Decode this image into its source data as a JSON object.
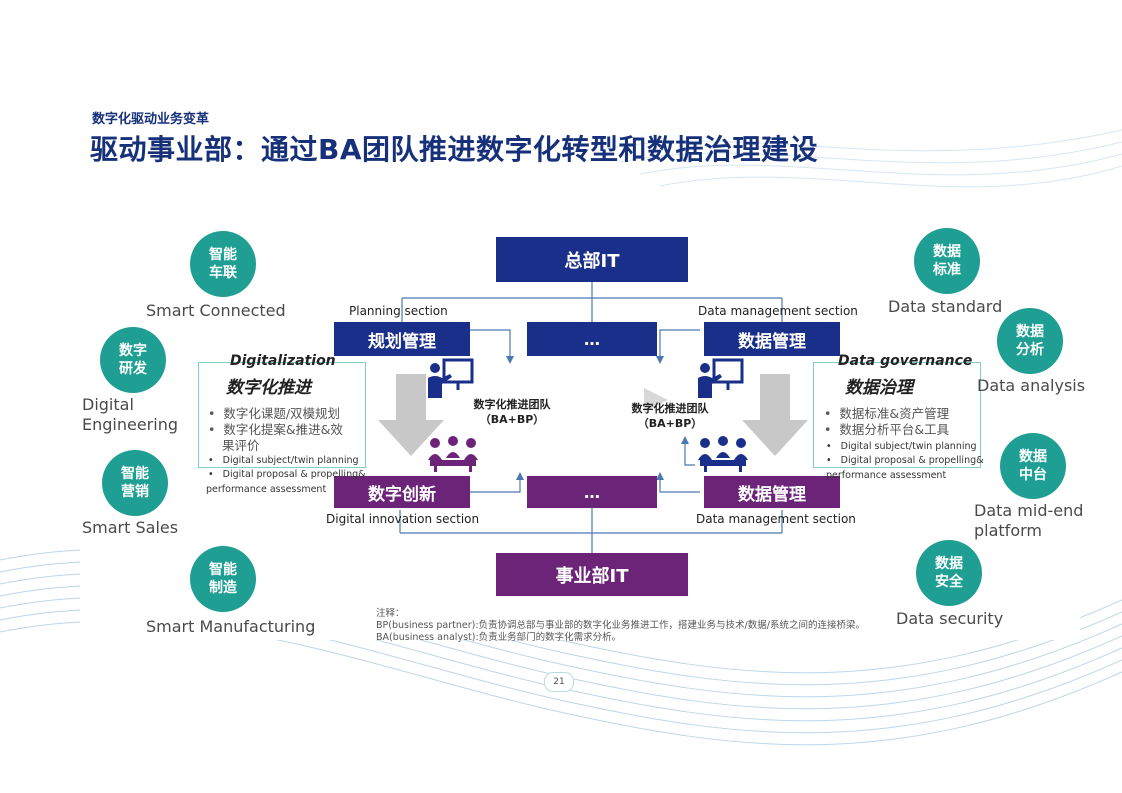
{
  "header": {
    "subtitle": "数字化驱动业务变革",
    "title": "驱动事业部：通过BA团队推进数字化转型和数据治理建设"
  },
  "left_circles": [
    {
      "line1": "智能",
      "line2": "车联",
      "label": "Smart Connected"
    },
    {
      "line1": "数字",
      "line2": "研发",
      "label": "Digital\nEngineering"
    },
    {
      "line1": "智能",
      "line2": "营销",
      "label": "Smart Sales"
    },
    {
      "line1": "智能",
      "line2": "制造",
      "label": "Smart Manufacturing"
    }
  ],
  "right_circles": [
    {
      "line1": "数据",
      "line2": "标准",
      "label": "Data standard"
    },
    {
      "line1": "数据",
      "line2": "分析",
      "label": "Data analysis"
    },
    {
      "line1": "数据",
      "line2": "中台",
      "label": "Data mid-end\nplatform"
    },
    {
      "line1": "数据",
      "line2": "安全",
      "label": "Data security"
    }
  ],
  "diagram": {
    "hq_it": "总部IT",
    "bu_it": "事业部IT",
    "planning_section": "Planning section",
    "data_mgmt_section_top": "Data management section",
    "planning_box": "规划管理",
    "middle_top_box": "…",
    "data_mgmt_top_box": "数据管理",
    "innovation_box": "数字创新",
    "middle_bottom_box": "…",
    "data_mgmt_bottom_box": "数据管理",
    "innovation_section": "Digital innovation section",
    "data_mgmt_section_bottom": "Data management section",
    "team_left": {
      "line1": "数字化推进团队",
      "line2": "（BA+BP）"
    },
    "team_right": {
      "line1": "数字化推进团队",
      "line2": "（BA+BP）"
    }
  },
  "left_panel": {
    "title_en": "Digitalization",
    "title_zh": "数字化推进",
    "bullets": [
      "数字化课题/双模规划",
      "数字化提案&推进&效",
      "果评价"
    ],
    "small_bullets": [
      "Digital subject/twin planning",
      "Digital proposal & propelling&",
      "performance assessment"
    ]
  },
  "right_panel": {
    "title_en": "Data governance",
    "title_zh": "数据治理",
    "bullets": [
      "数据标准&资产管理",
      "数据分析平台&工具"
    ],
    "small_bullets": [
      "Digital subject/twin planning",
      "Digital proposal & propelling&",
      "performance assessment"
    ]
  },
  "notes": {
    "heading": "注释：",
    "bp": "BP(business partner):负责协调总部与事业部的数字化业务推进工作，搭建业务与技术/数据/系统之间的连接桥梁。",
    "ba": "BA(business analyst):负责业务部门的数字化需求分析。"
  },
  "page_number": "21",
  "colors": {
    "navy": "#1a2f8a",
    "purple": "#6b2478",
    "teal": "#1f9e93",
    "title": "#16307a"
  }
}
